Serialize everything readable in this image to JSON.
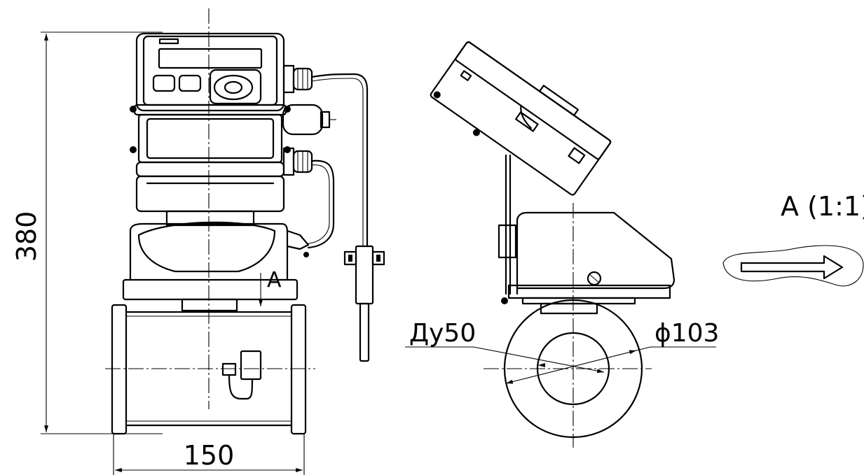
{
  "labels": {
    "height_dim": "380",
    "width_dim": "150",
    "section_a": "A",
    "view_a": "A (1:1)",
    "nominal_diameter": "Ду50",
    "outer_diameter": "ϕ103"
  }
}
